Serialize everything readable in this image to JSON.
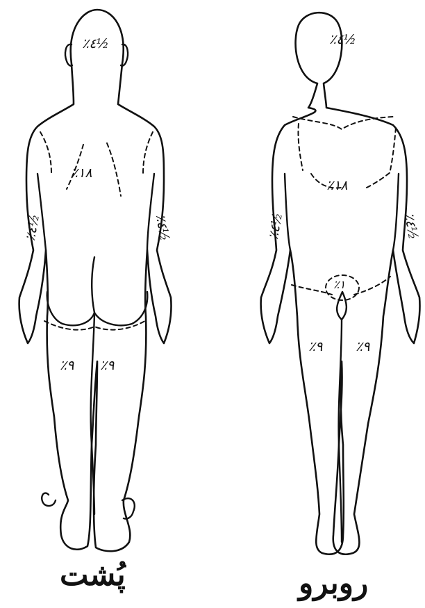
{
  "back_figure": {
    "caption": "پُشت",
    "labels": {
      "head": "٪٤½",
      "torso": "٪١٨",
      "left_arm": "٪٤½",
      "right_arm": "٪٤½",
      "left_leg": "٪٩",
      "right_leg": "٪٩"
    }
  },
  "front_figure": {
    "caption": "روبرو",
    "labels": {
      "head": "٪٤½",
      "torso": "٪١٨",
      "left_arm": "٪٤½",
      "right_arm": "٪٤½",
      "genital": "٪١",
      "left_leg": "٪٩",
      "right_leg": "٪٩"
    }
  }
}
